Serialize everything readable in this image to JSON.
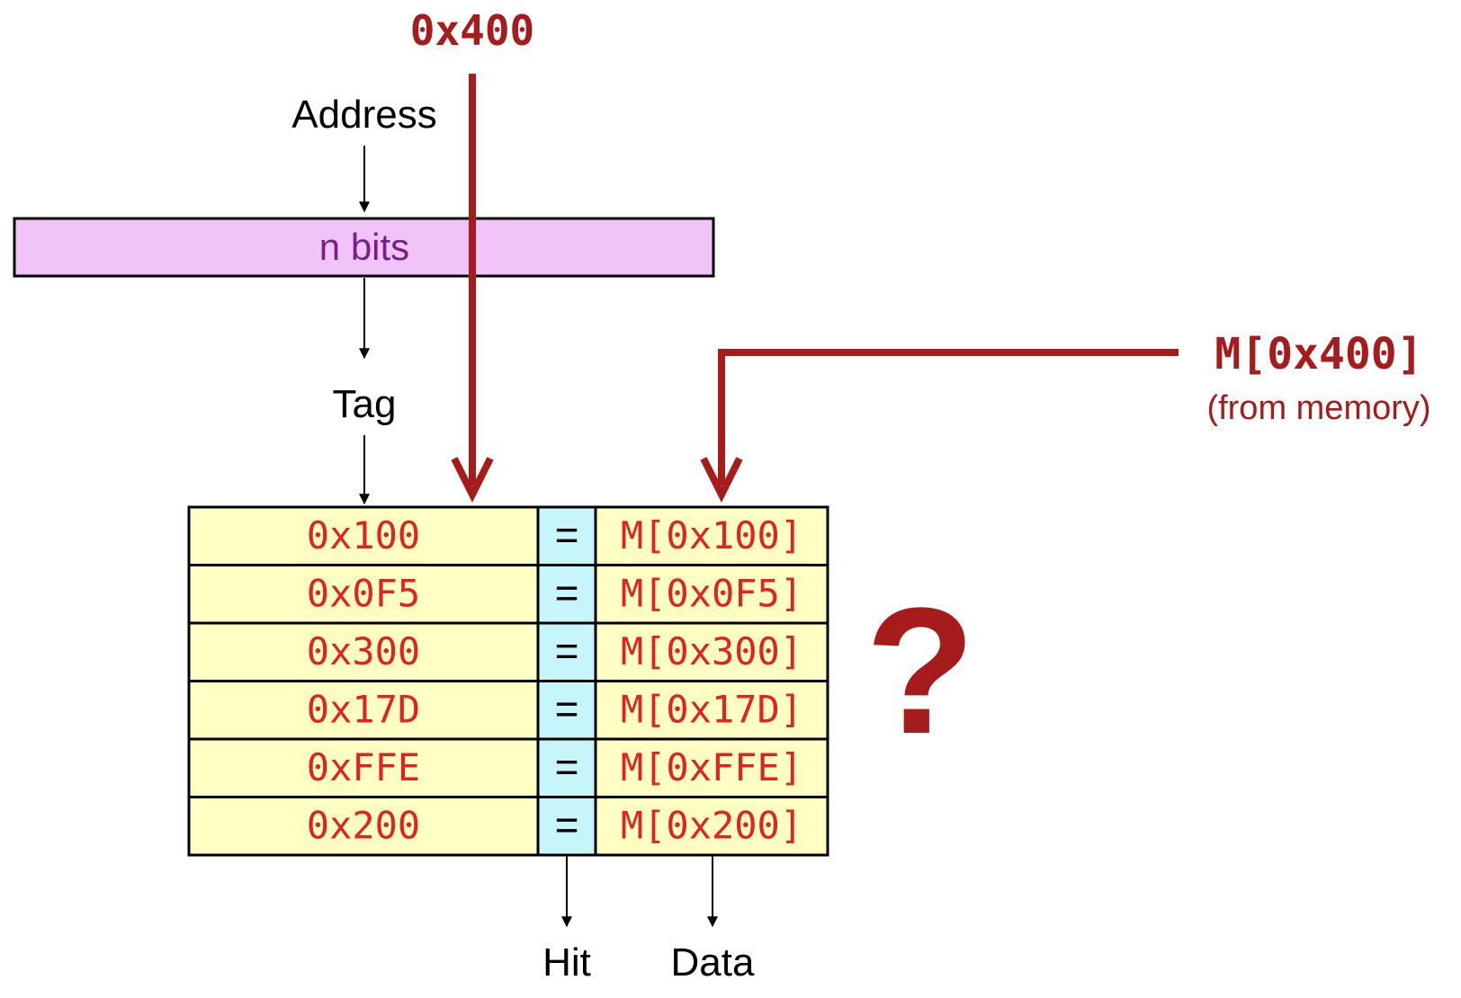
{
  "labels": {
    "incoming_address": "0x400",
    "address": "Address",
    "n_bits": "n bits",
    "tag": "Tag",
    "fill_value": "M[0x400]",
    "fill_source": "(from memory)",
    "question_mark": "?",
    "hit": "Hit",
    "data": "Data",
    "equals": "="
  },
  "cache_rows": [
    {
      "tag": "0x100",
      "data": "M[0x100]"
    },
    {
      "tag": "0x0F5",
      "data": "M[0x0F5]"
    },
    {
      "tag": "0x300",
      "data": "M[0x300]"
    },
    {
      "tag": "0x17D",
      "data": "M[0x17D]"
    },
    {
      "tag": "0xFFE",
      "data": "M[0xFFE]"
    },
    {
      "tag": "0x200",
      "data": "M[0x200]"
    }
  ],
  "colors": {
    "annotation": "#a61b1b",
    "cell_text": "#e0231f",
    "tag_cell_bg": "#ffffc4",
    "compare_cell_bg": "#c6f5fb",
    "address_bar_bg": "#f1c4f7",
    "address_bar_text": "#7a1e8c",
    "line": "#000000"
  }
}
